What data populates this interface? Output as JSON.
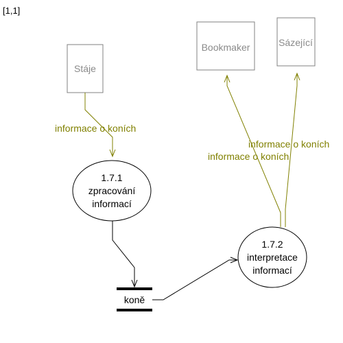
{
  "corner_label": "[1,1]",
  "colors": {
    "flow": "#808000",
    "entity_text": "#8a8a8a",
    "entity_border": "#808080",
    "black": "#000000"
  },
  "entities": {
    "staje": "Stáje",
    "bookmaker": "Bookmaker",
    "sazejici": "Sázející"
  },
  "processes": {
    "p171": {
      "number": "1.7.1",
      "line1": "zpracování",
      "line2": "informací"
    },
    "p172": {
      "number": "1.7.2",
      "line1": "interpretace",
      "line2": "informací"
    }
  },
  "store": {
    "label": "koně"
  },
  "flows": {
    "staje_to_p171": "informace o koních",
    "p172_to_sazejici": "informace o koních",
    "p172_to_bookmaker": "informace o koních"
  }
}
